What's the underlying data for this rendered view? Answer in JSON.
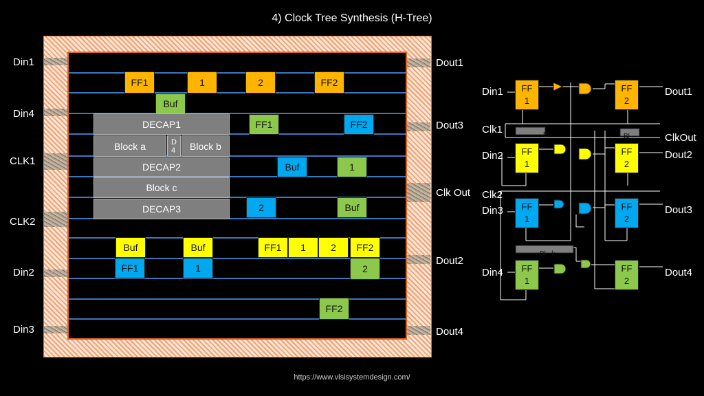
{
  "title": "4) Clock Tree Synthesis (H-Tree)",
  "url": "https://www.vlsisystemdesign.com/",
  "floorplan": {
    "left_pins": [
      "Din1",
      "Din4",
      "CLK1",
      "CLK2",
      "Din2",
      "Din3"
    ],
    "right_pins": [
      "Dout1",
      "Dout3",
      "Clk Out",
      "Dout2",
      "Dout4"
    ],
    "cells": {
      "r1_ff1": "FF1",
      "r1_1": "1",
      "r1_2": "2",
      "r1_ff2": "FF2",
      "r2_buf": "Buf",
      "decap1": "DECAP1",
      "r3_ff1": "FF1",
      "r3_ff2": "FF2",
      "block_a": "Block a",
      "d4": "D\n4",
      "block_b": "Block b",
      "decap2": "DECAP2",
      "r5_buf": "Buf",
      "r5_1": "1",
      "block_c": "Block c",
      "decap3": "DECAP3",
      "r7_2": "2",
      "r7_buf": "Buf",
      "r8_buf_a": "Buf",
      "r8_buf_b": "Buf",
      "r8_ff1": "FF1",
      "r8_1": "1",
      "r8_2": "2",
      "r8_ff2": "FF2",
      "r9_ff1": "FF1",
      "r9_1": "1",
      "r9_2": "2",
      "r10_ff2": "FF2"
    }
  },
  "schematic": {
    "inputs": [
      "Din1",
      "Clk1",
      "Din2",
      "Clk2",
      "Din3",
      "Din4"
    ],
    "outputs": [
      "Dout1",
      "ClkOut",
      "Dout2",
      "Dout3",
      "Dout4"
    ],
    "ff_label": "FF",
    "ff1": "1",
    "ff2": "2",
    "bl1": "Bl",
    "bl2": "Bl",
    "bl3": "Bl   k"
  },
  "colors": {
    "orange": "#ffb400",
    "green": "#8cc84b",
    "blue": "#00a8f0",
    "yellow": "#ffff00",
    "row": "#3a78c0"
  }
}
